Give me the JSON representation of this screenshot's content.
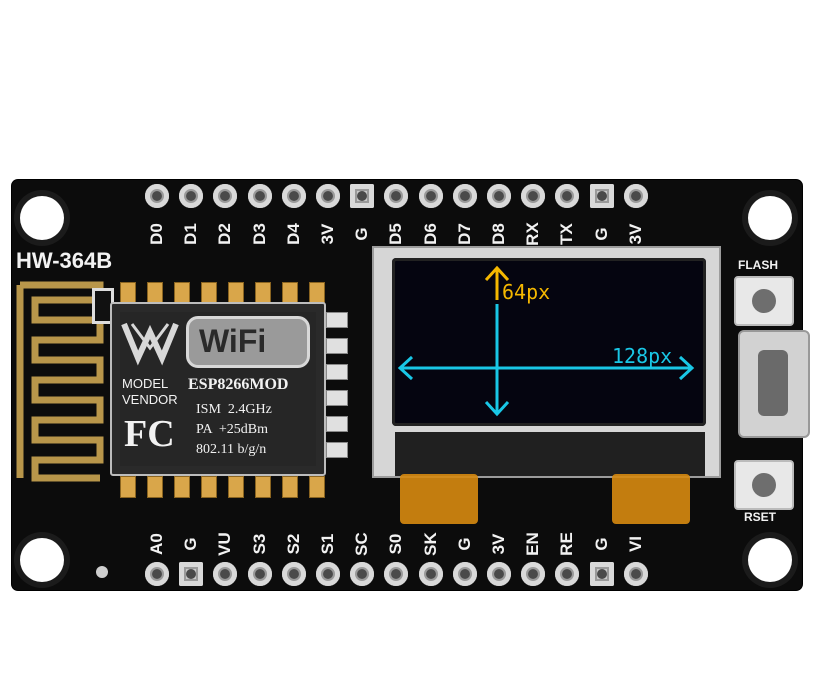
{
  "board_model": "HW-364B",
  "top_pins": [
    "D0",
    "D1",
    "D2",
    "D3",
    "D4",
    "3V",
    "G",
    "D5",
    "D6",
    "D7",
    "D8",
    "RX",
    "TX",
    "G",
    "3V"
  ],
  "bottom_pins": [
    "A0",
    "G",
    "VU",
    "S3",
    "S2",
    "S1",
    "SC",
    "S0",
    "SK",
    "G",
    "3V",
    "EN",
    "RE",
    "G",
    "VI"
  ],
  "buttons": {
    "flash": "FLASH",
    "reset": "RSET"
  },
  "module": {
    "logo_text": "WiFi",
    "brand_line1": "MODEL",
    "brand_line2": "VENDOR",
    "chip": "ESP8266MOD",
    "ism": "ISM  2.4GHz",
    "pa": "PA  +25dBm",
    "standard": "802.11 b/g/n",
    "cert": "FC"
  },
  "oled": {
    "height_label": "64px",
    "width_label": "128px",
    "colors": {
      "yellow": "#f5b800",
      "cyan": "#19c7e6"
    }
  }
}
